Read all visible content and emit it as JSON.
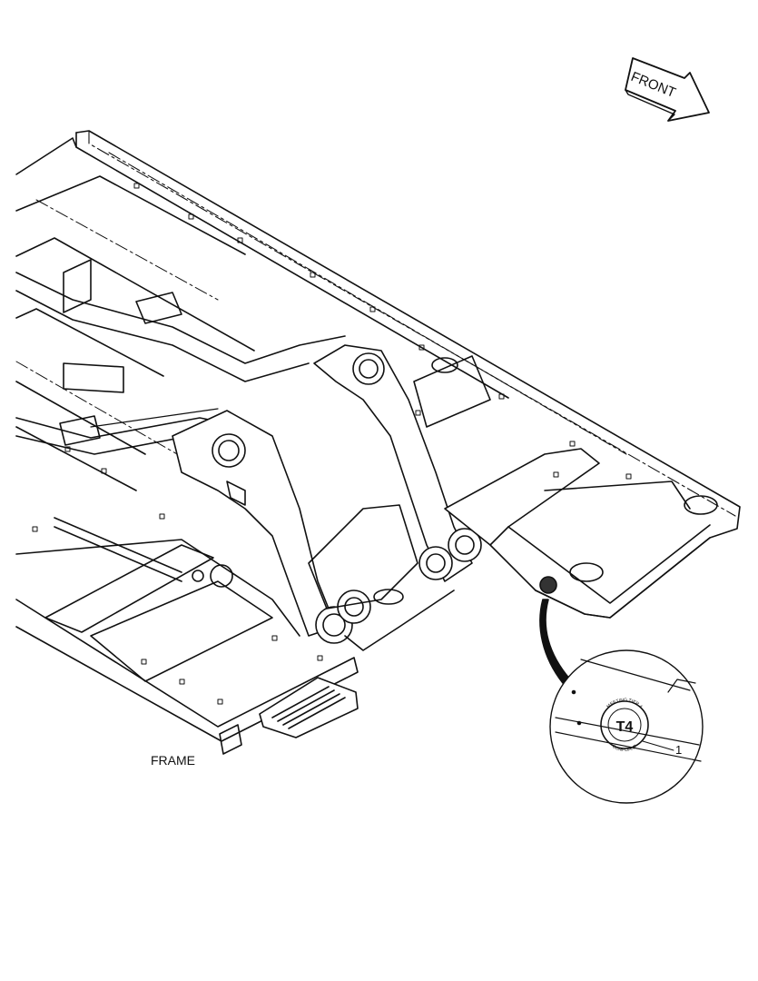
{
  "diagram": {
    "direction_arrow": {
      "label": "FRONT"
    },
    "assembly_label": "FRAME",
    "callouts": [
      {
        "number": "1"
      }
    ],
    "badge_text": {
      "top": "MEETING TIER 4",
      "bottom": "COMPLIANT",
      "mark": "T4"
    }
  }
}
